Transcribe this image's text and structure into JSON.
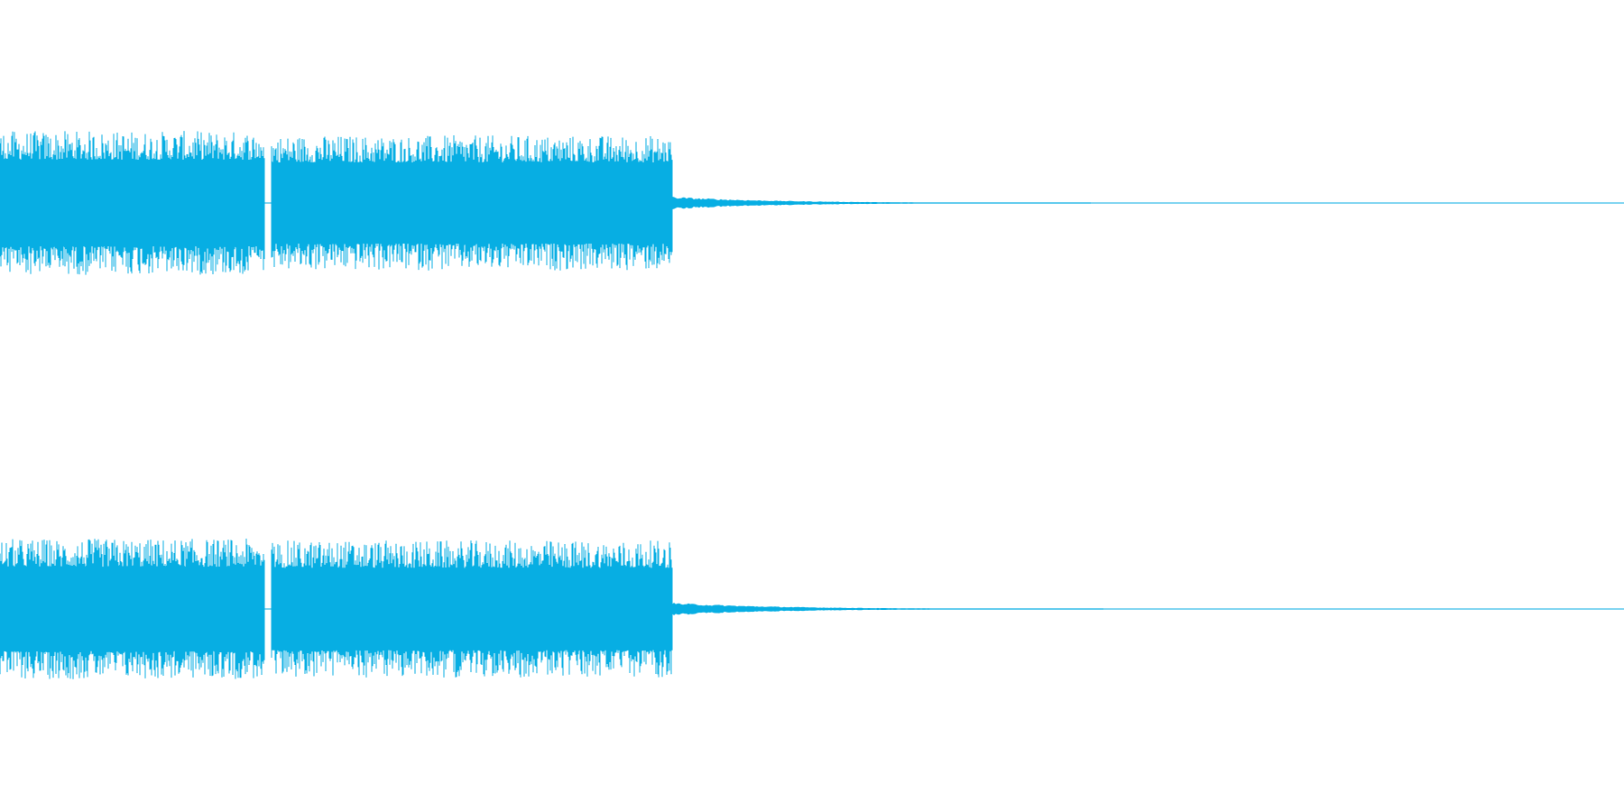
{
  "waveform": {
    "color": "#07aee3",
    "background": "#ffffff",
    "channels": [
      {
        "name": "",
        "segments": [
          {
            "start": 0.0,
            "end": 0.163,
            "level": 0.8
          },
          {
            "start": 0.167,
            "end": 0.414,
            "level": 0.75
          }
        ],
        "tail": {
          "start": 0.414,
          "end": 0.672,
          "level": 0.06
        }
      },
      {
        "name": "",
        "segments": [
          {
            "start": 0.0,
            "end": 0.163,
            "level": 0.78
          },
          {
            "start": 0.167,
            "end": 0.414,
            "level": 0.76
          }
        ],
        "tail": {
          "start": 0.414,
          "end": 0.68,
          "level": 0.06
        }
      }
    ]
  }
}
